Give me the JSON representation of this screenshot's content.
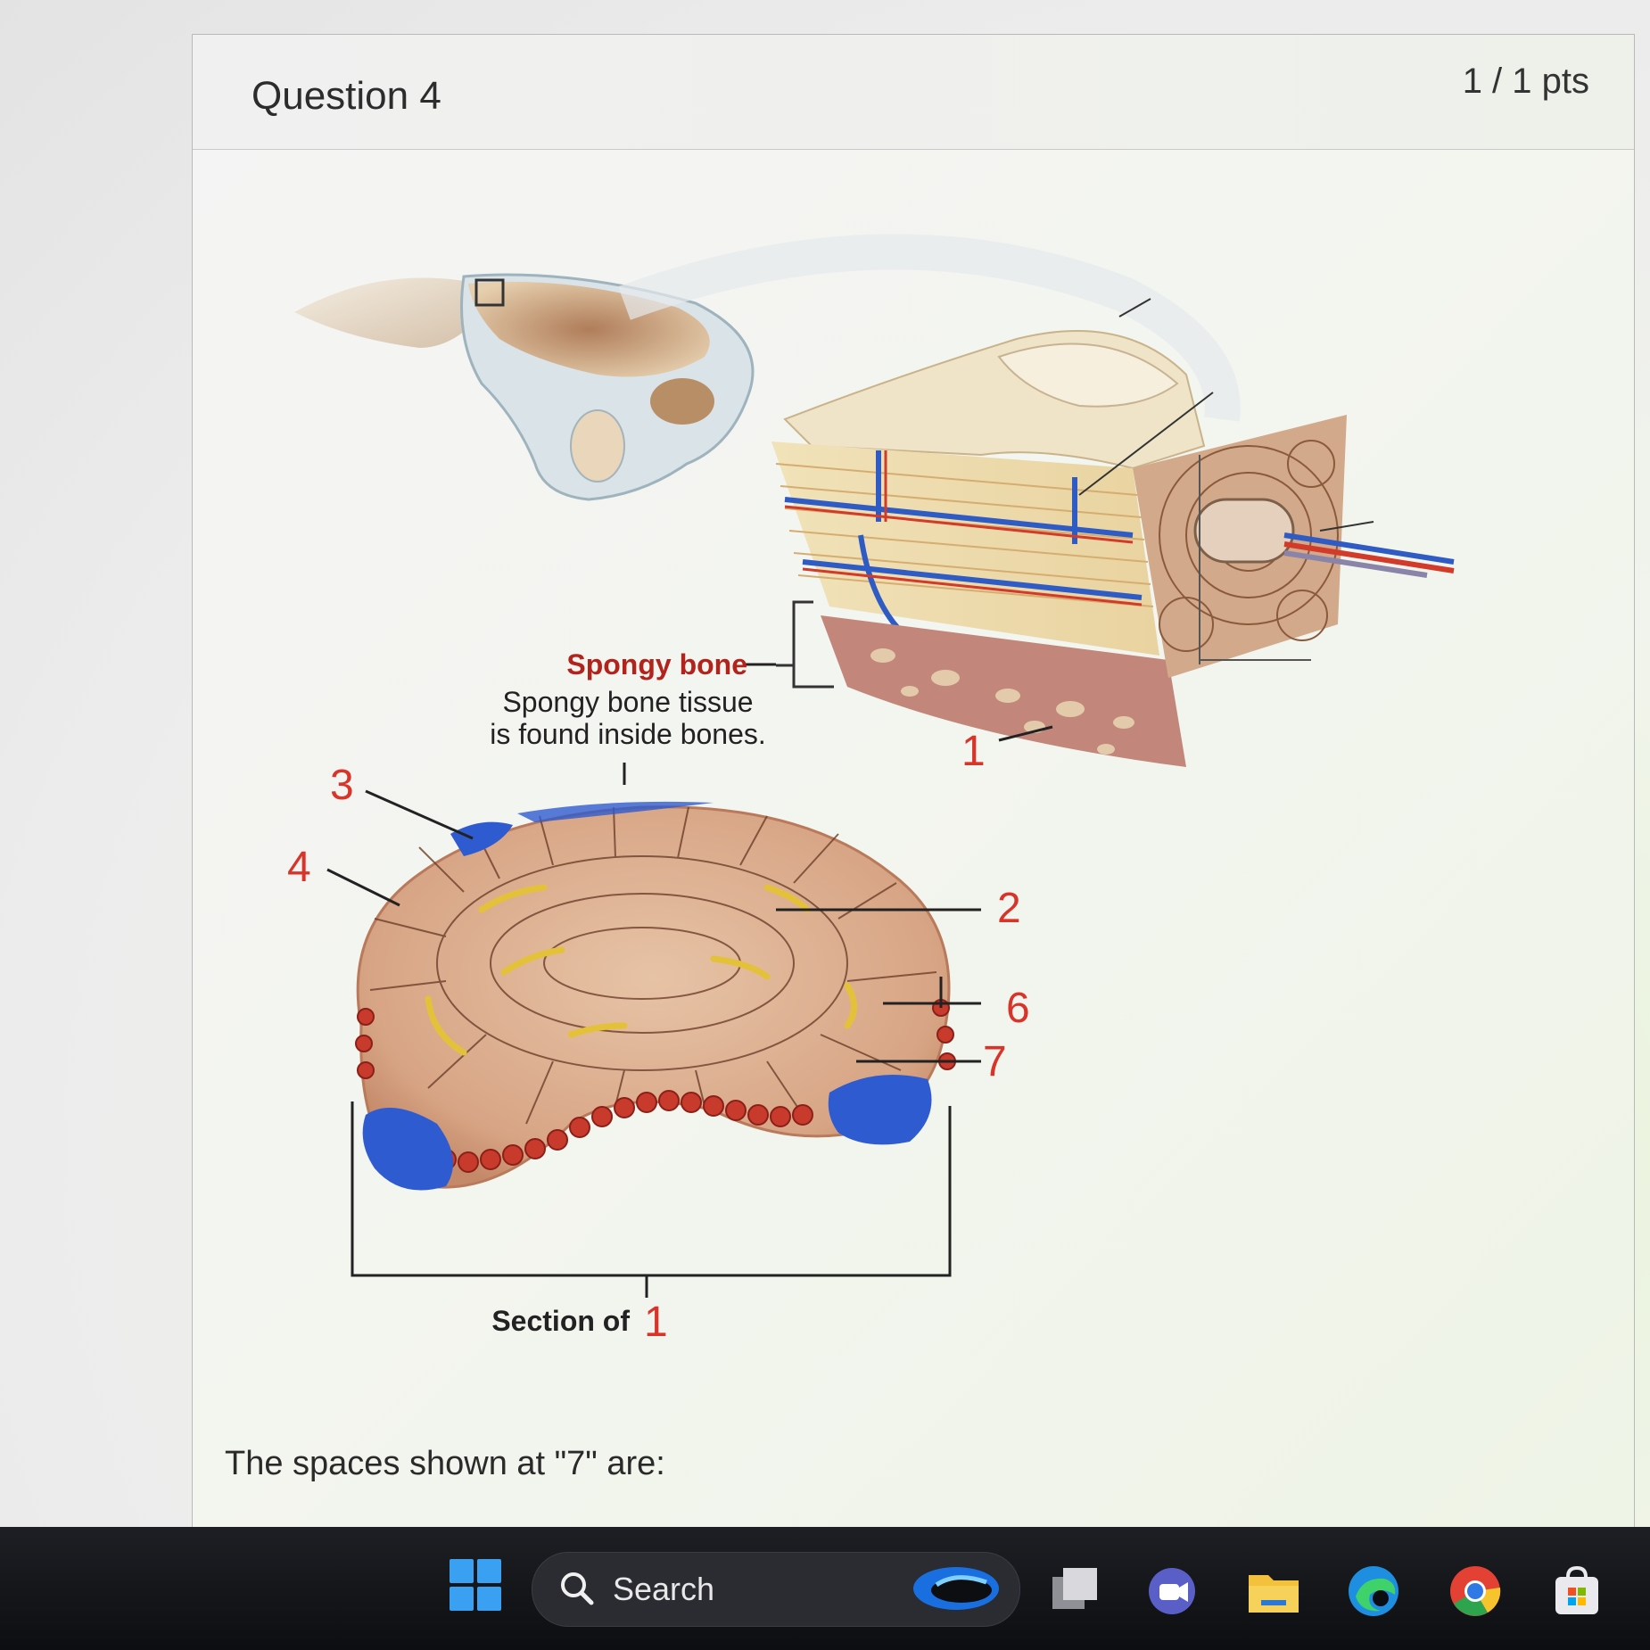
{
  "question": {
    "title": "Question 4",
    "points": "1 / 1 pts",
    "prompt": "The spaces shown at \"7\" are:"
  },
  "figure": {
    "spongy_bone_label": "Spongy bone",
    "caption_line1": "Spongy bone tissue",
    "caption_line2": "is found inside bones.",
    "section_label": "Section of",
    "section_number": "1",
    "callouts": {
      "n1": "1",
      "n2": "2",
      "n3": "3",
      "n4": "4",
      "n6": "6",
      "n7": "7"
    }
  },
  "taskbar": {
    "search_label": "Search",
    "icons": [
      "windows-start-icon",
      "search-icon",
      "copilot-icon",
      "task-view-icon",
      "teams-icon",
      "file-explorer-icon",
      "edge-icon",
      "chrome-icon",
      "store-icon"
    ]
  },
  "colors": {
    "callout_red": "#d8342a",
    "spongy_label_red": "#b2231c",
    "taskbar_bg": "#14151a",
    "windows_blue": "#3aa0f2"
  }
}
